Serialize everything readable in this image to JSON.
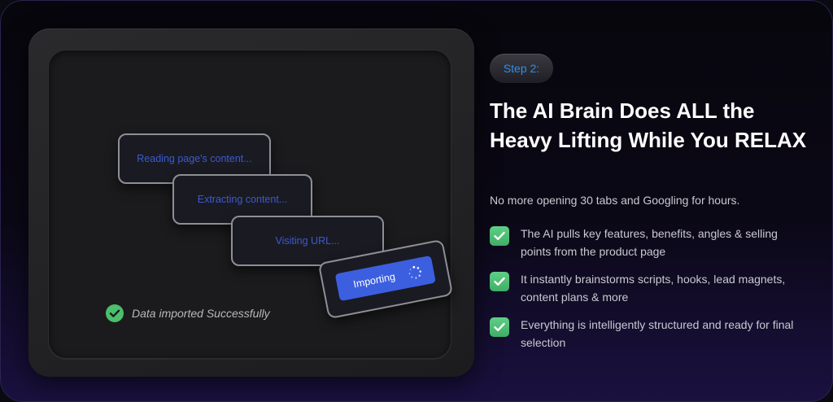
{
  "illustration": {
    "steps": [
      "Reading page's content...",
      "Extracting content...",
      "Visiting URL..."
    ],
    "import_button_label": "Importing",
    "success_message": "Data imported Successfully",
    "icons": {
      "spinner": "loading-spinner-icon",
      "success": "check-circle-icon"
    },
    "colors": {
      "step_text": "#3a5bd0",
      "import_button": "#3c5fe0",
      "success_green": "#4bbf6b"
    }
  },
  "step_pill": "Step 2:",
  "headline": "The AI Brain Does ALL the Heavy Lifting While You RELAX",
  "subtitle": "No more opening 30 tabs and Googling for hours.",
  "bullets": [
    "The AI pulls key features, benefits, angles & selling points from the product page",
    "It instantly brainstorms scripts, hooks, lead magnets, content plans & more",
    "Everything is intelligently structured and ready for final selection"
  ],
  "colors": {
    "accent_blue": "#2e8ff0",
    "check_green": "#4fbf76"
  }
}
